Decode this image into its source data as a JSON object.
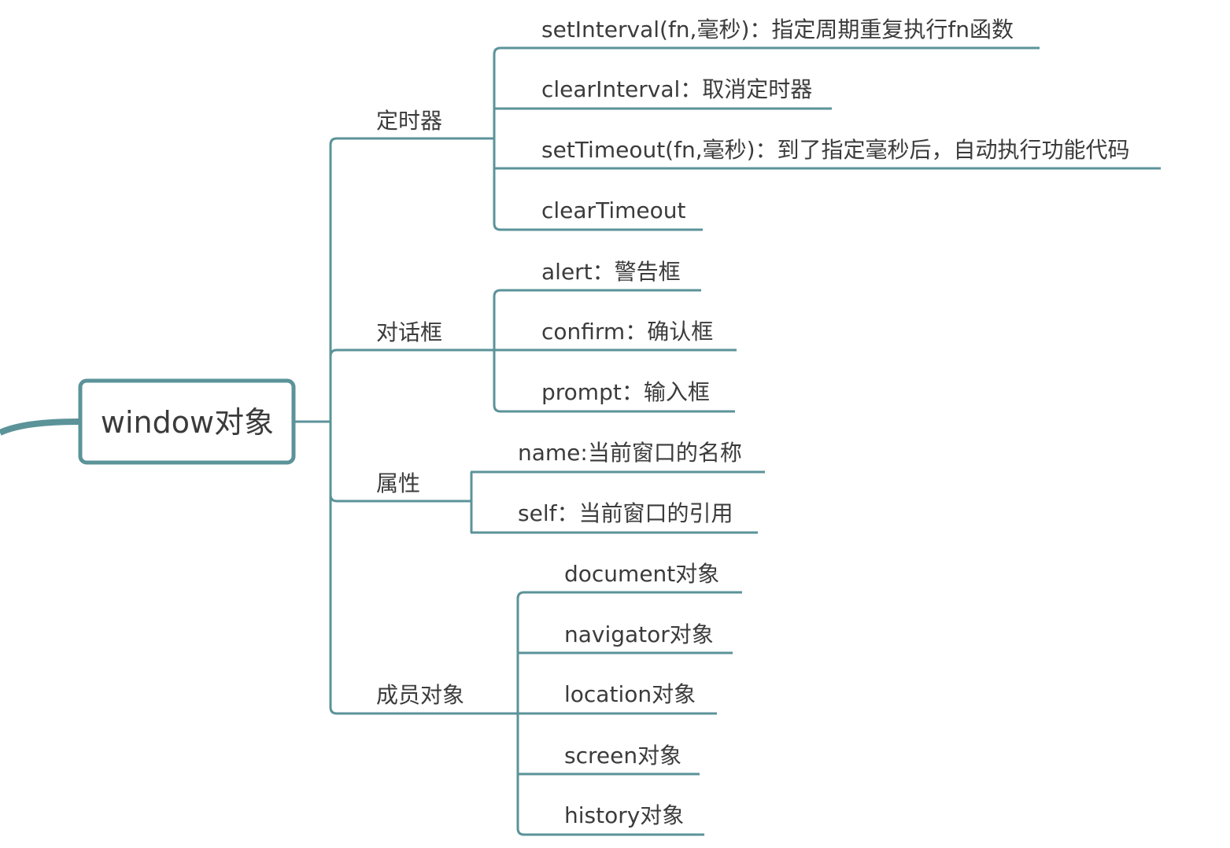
{
  "diagram": {
    "root": {
      "label": "window对象"
    },
    "branches": [
      {
        "label": "定时器",
        "children": [
          "setInterval(fn,毫秒)：指定周期重复执行fn函数",
          "clearInterval：取消定时器",
          "setTimeout(fn,毫秒)：到了指定毫秒后，自动执行功能代码",
          "clearTimeout"
        ]
      },
      {
        "label": "对话框",
        "children": [
          "alert：警告框",
          "confirm：确认框",
          "prompt：输入框"
        ]
      },
      {
        "label": "属性",
        "children": [
          "name:当前窗口的名称",
          "self：当前窗口的引用"
        ]
      },
      {
        "label": "成员对象",
        "children": [
          "document对象",
          "navigator对象",
          "location对象",
          "screen对象",
          "history对象"
        ]
      }
    ],
    "colors": {
      "line": "#5b9399",
      "text": "#3b3b3b",
      "background": "#ffffff"
    }
  }
}
